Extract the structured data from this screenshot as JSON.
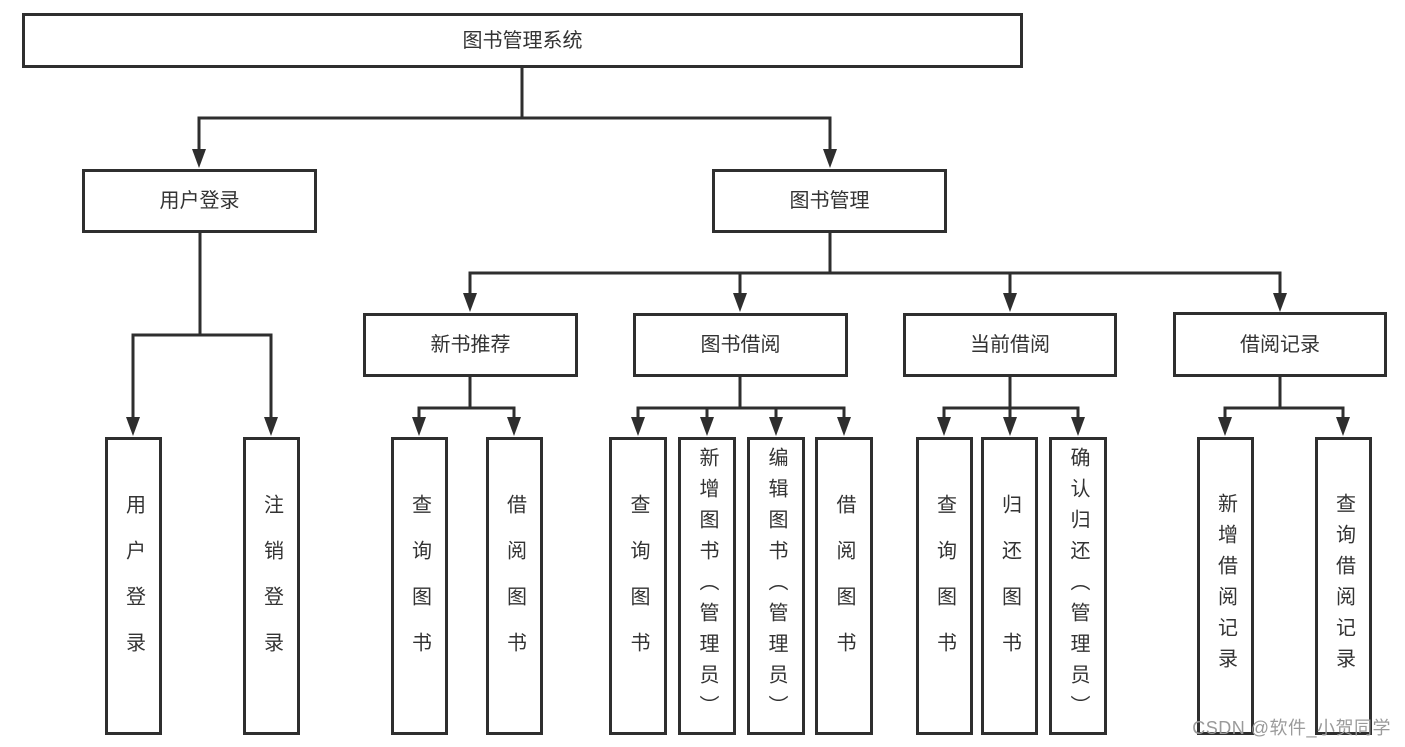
{
  "diagram": {
    "root": {
      "label": "图书管理系统"
    },
    "level1": [
      {
        "label": "用户登录"
      },
      {
        "label": "图书管理"
      }
    ],
    "login_children": [
      {
        "label": "用户登录"
      },
      {
        "label": "注销登录"
      }
    ],
    "management_children": [
      {
        "label": "新书推荐",
        "children": [
          {
            "label": "查询图书"
          },
          {
            "label": "借阅图书"
          }
        ]
      },
      {
        "label": "图书借阅",
        "children": [
          {
            "label": "查询图书"
          },
          {
            "label": "新增图书（管理员）"
          },
          {
            "label": "编辑图书（管理员）"
          },
          {
            "label": "借阅图书"
          }
        ]
      },
      {
        "label": "当前借阅",
        "children": [
          {
            "label": "查询图书"
          },
          {
            "label": "归还图书"
          },
          {
            "label": "确认归还（管理员）"
          }
        ]
      },
      {
        "label": "借阅记录",
        "children": [
          {
            "label": "新增借阅记录"
          },
          {
            "label": "查询借阅记录"
          }
        ]
      }
    ],
    "watermark": "CSDN @软件_小贺同学",
    "colors": {
      "line": "#2e2e2e",
      "text": "#333333",
      "watermark": "#9a9a9a",
      "background": "#ffffff"
    }
  }
}
